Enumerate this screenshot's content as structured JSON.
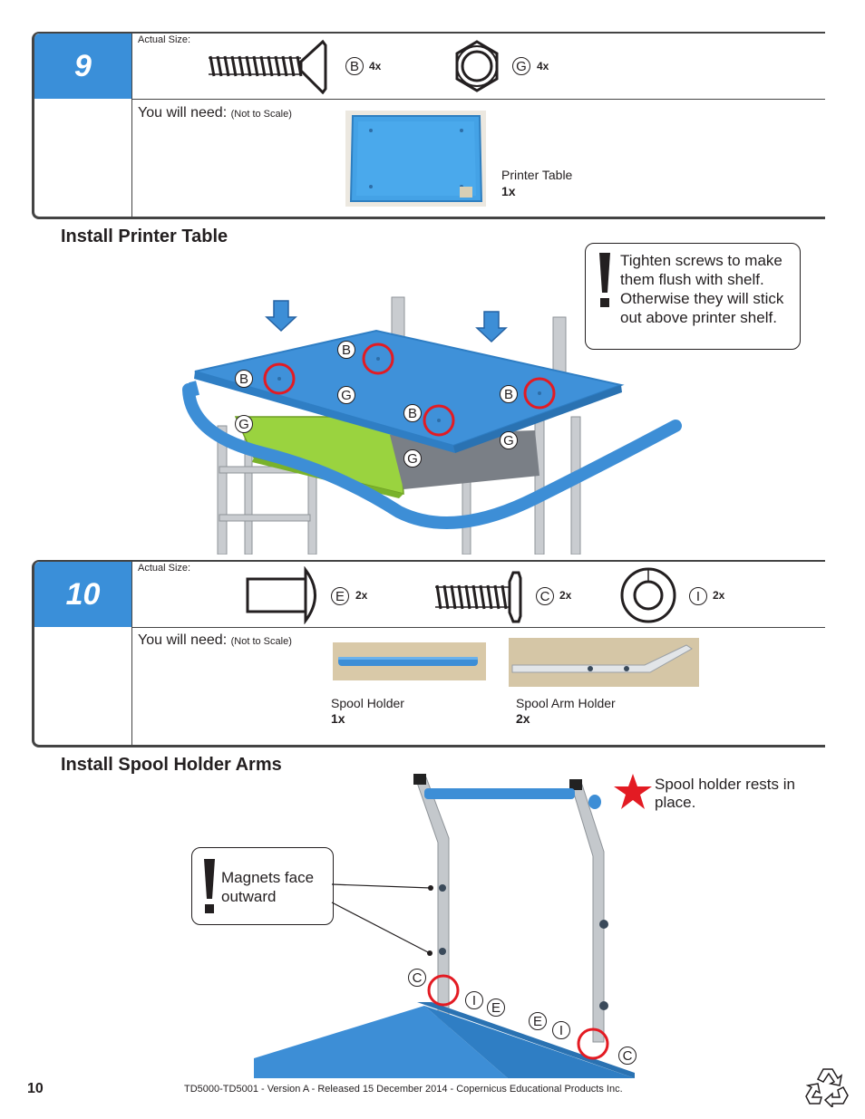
{
  "step9": {
    "number": "9",
    "actual_size": "Actual Size:",
    "part_b": {
      "letter": "B",
      "qty": "4x"
    },
    "part_g": {
      "letter": "G",
      "qty": "4x"
    },
    "you_will_need": "You will need:",
    "not_to_scale": "(Not to Scale)",
    "item_name": "Printer Table",
    "item_qty": "1x"
  },
  "section1": {
    "title": "Install Printer Table",
    "warning": "Tighten screws to make them flush with shelf. Otherwise they will stick out above printer shelf.",
    "labels": {
      "b1": "B",
      "b2": "B",
      "b3": "B",
      "b4": "B",
      "g1": "G",
      "g2": "G",
      "g3": "G",
      "g4": "G"
    }
  },
  "step10": {
    "number": "10",
    "actual_size": "Actual Size:",
    "part_e": {
      "letter": "E",
      "qty": "2x"
    },
    "part_c": {
      "letter": "C",
      "qty": "2x"
    },
    "part_i": {
      "letter": "I",
      "qty": "2x"
    },
    "you_will_need": "You will need:",
    "not_to_scale": "(Not to Scale)",
    "item1_name": "Spool Holder",
    "item1_qty": "1x",
    "item2_name": "Spool Arm Holder",
    "item2_qty": "2x"
  },
  "section2": {
    "title": "Install Spool Holder Arms",
    "star_note": "Spool holder rests in place.",
    "magnet_note": "Magnets face outward",
    "labels": {
      "c1": "C",
      "i1": "I",
      "e1": "E",
      "e2": "E",
      "i2": "I",
      "c2": "C"
    }
  },
  "footer": {
    "page": "10",
    "doc": "TD5000-TD5001 - Version A - Released 15 December 2014 - Copernicus Educational Products Inc."
  },
  "colors": {
    "accent": "#3a8fd9",
    "table_blue": "#3d8ed6",
    "green": "#8cc63f",
    "red": "#e31b23"
  }
}
